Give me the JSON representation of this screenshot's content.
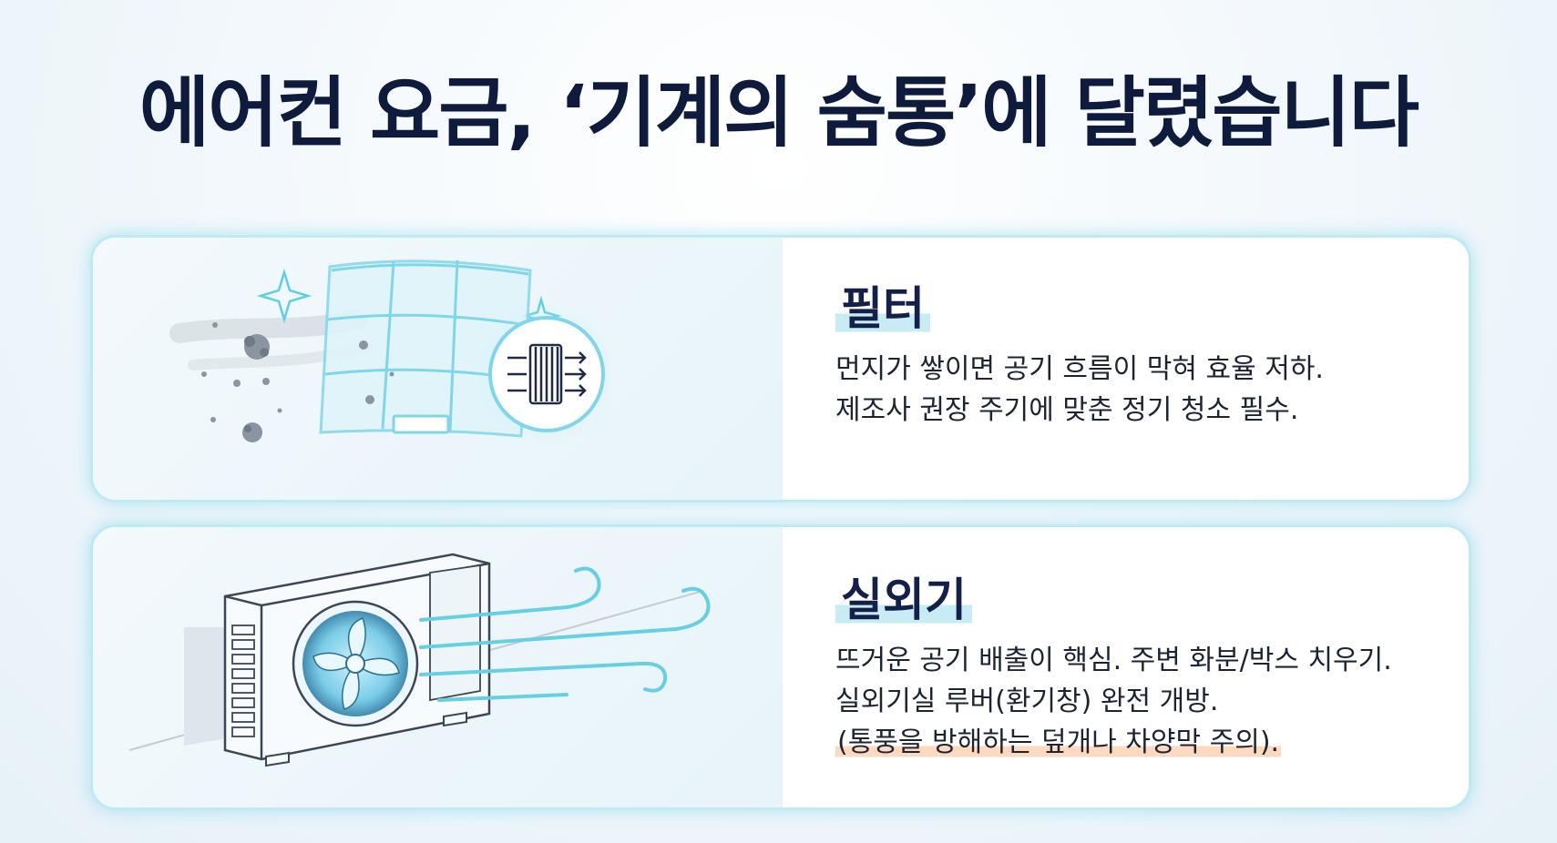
{
  "title": "에어컨 요금, ‘기계의 숨통’에 달렸습니다",
  "cards": [
    {
      "heading": "필터",
      "lines": [
        "먼지가 쌓이면 공기 흐름이 막혀 효율 저하.",
        "제조사 권장 주기에 맞춘 정기 청소 필수."
      ],
      "icon": "air-filter-icon"
    },
    {
      "heading": "실외기",
      "lines": [
        "뜨거운 공기 배출이 핵심. 주변 화분/박스 치우기.",
        "실외기실 루버(환기창) 완전 개방.",
        "(통풍을 방해하는 덮개나 차양막 주의)."
      ],
      "icon": "outdoor-unit-icon"
    }
  ],
  "colors": {
    "title": "#0f1b3d",
    "card_border": "#bfe9f3",
    "heading_highlight": "#c8ecf4",
    "warning_highlight": "#fdd9bf",
    "accent": "#38c3e0"
  }
}
